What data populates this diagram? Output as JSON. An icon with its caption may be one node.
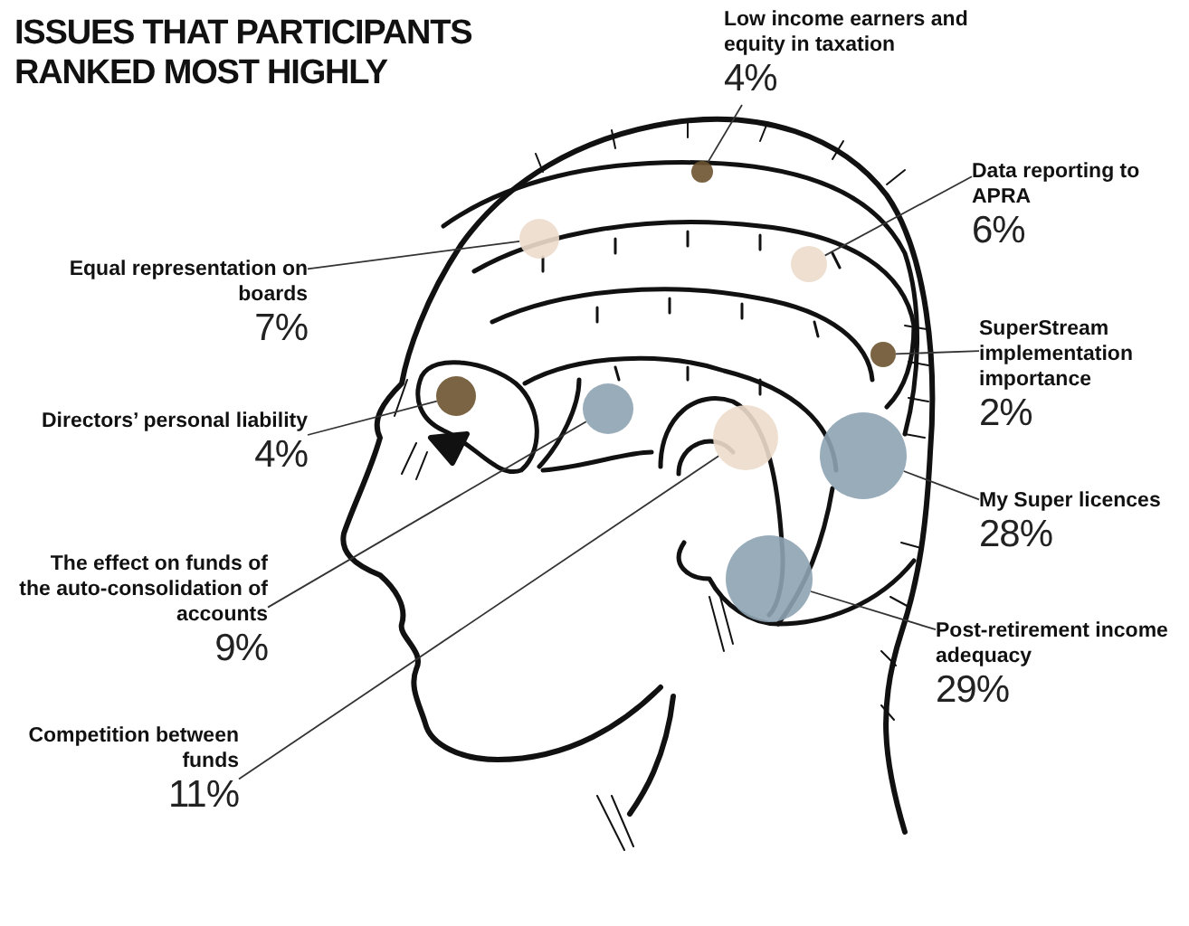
{
  "diagram": {
    "title": "ISSUES THAT PARTICIPANTS RANKED MOST HIGHLY",
    "nodes": [
      {
        "text": [
          "Low income earners and equity in taxation",
          "4%"
        ]
      },
      {
        "text": [],
        "shape": "circle"
      },
      {
        "text": [
          "Data reporting to APRA",
          "6%"
        ]
      },
      {
        "text": [],
        "shape": "circle"
      },
      {
        "text": [
          "Equal representation on boards",
          "7%"
        ]
      },
      {
        "text": [],
        "shape": "circle"
      },
      {
        "text": [
          "SuperStream implementation importance",
          "2%"
        ]
      },
      {
        "text": [],
        "shape": "circle"
      },
      {
        "text": [
          "Directors’ personal liability",
          "4%"
        ]
      },
      {
        "text": [],
        "shape": "circle"
      },
      {
        "text": [],
        "shape": "circle"
      },
      {
        "text": [],
        "shape": "circle"
      },
      {
        "text": [],
        "shape": "circle"
      },
      {
        "text": [
          "My Super licences",
          "28%"
        ]
      },
      {
        "text": [
          "The effect on funds of the auto-consolidation of accounts",
          "9%"
        ]
      },
      {
        "text": [],
        "shape": "circle"
      },
      {
        "text": [
          "Post-retirement income adequacy",
          "29%"
        ]
      },
      {
        "text": [
          "Competition between funds",
          "11%"
        ]
      }
    ],
    "edges": [
      {
        "from": 0,
        "to": 1,
        "arrow": "none"
      },
      {
        "from": 2,
        "to": 3,
        "arrow": "none"
      },
      {
        "from": 4,
        "to": 5,
        "arrow": "none"
      },
      {
        "from": 6,
        "to": 7,
        "arrow": "none"
      },
      {
        "from": 8,
        "to": 9,
        "arrow": "none"
      },
      {
        "from": 14,
        "to": 10,
        "arrow": "none"
      },
      {
        "from": 17,
        "to": 11,
        "arrow": "none"
      },
      {
        "from": 13,
        "to": 12,
        "arrow": "none"
      },
      {
        "from": 16,
        "to": 15,
        "arrow": "none"
      }
    ]
  }
}
